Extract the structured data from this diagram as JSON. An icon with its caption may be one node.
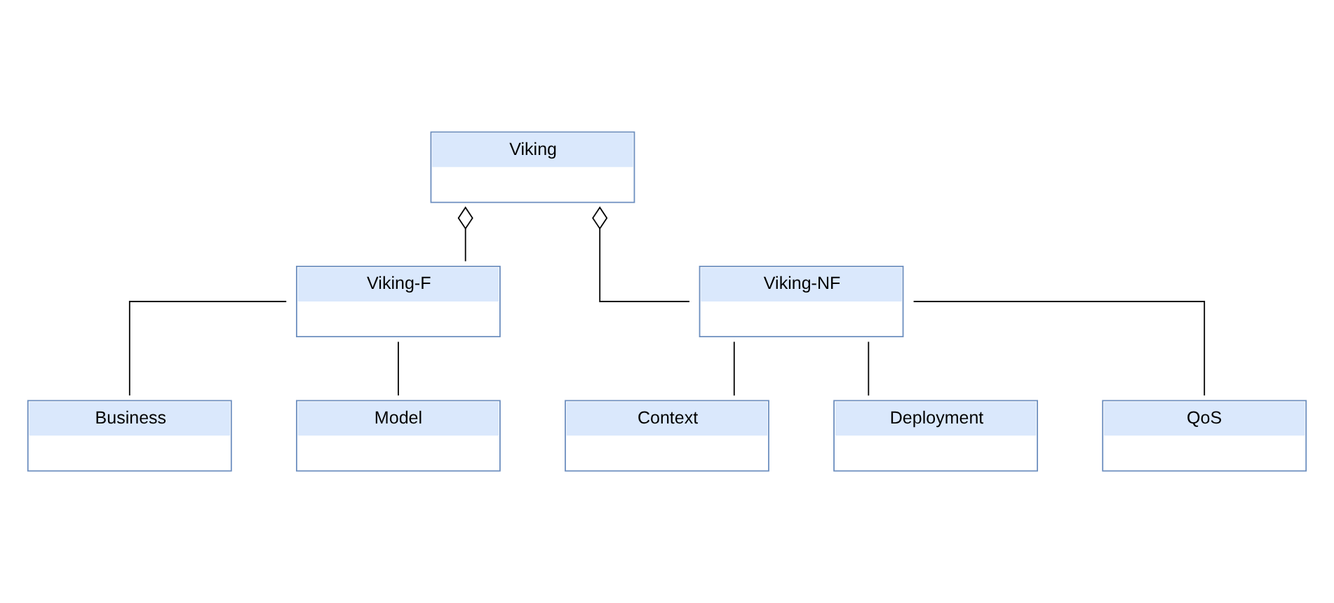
{
  "diagram": {
    "nodes": [
      {
        "text": [
          "Viking"
        ]
      },
      {
        "text": [
          "Viking-F"
        ]
      },
      {
        "text": [
          "Viking-NF"
        ]
      },
      {
        "text": [
          "Business"
        ]
      },
      {
        "text": [
          "Model"
        ]
      },
      {
        "text": [
          "Context"
        ]
      },
      {
        "text": [
          "Deployment"
        ]
      },
      {
        "text": [
          "QoS"
        ]
      }
    ],
    "edges": [
      {
        "from": 0,
        "to": 1,
        "arrow": "other"
      },
      {
        "from": 0,
        "to": 2,
        "arrow": "other"
      },
      {
        "from": 1,
        "to": 3,
        "arrow": "none"
      },
      {
        "from": 1,
        "to": 4,
        "arrow": "none"
      },
      {
        "from": 2,
        "to": 5,
        "arrow": "none"
      },
      {
        "from": 2,
        "to": 6,
        "arrow": "none"
      },
      {
        "from": 2,
        "to": 7,
        "arrow": "none"
      }
    ]
  }
}
